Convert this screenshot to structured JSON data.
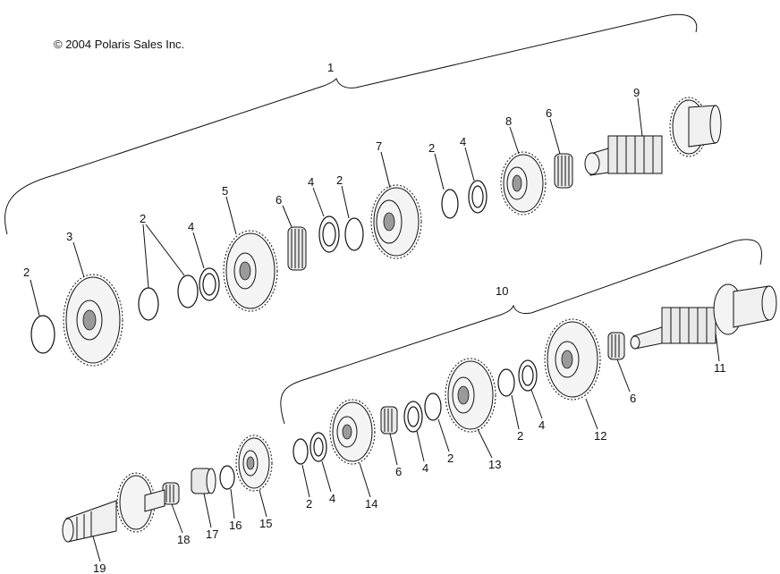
{
  "copyright": "© 2004 Polaris Sales Inc.",
  "callouts": {
    "c1": "1",
    "c2a": "2",
    "c3": "3",
    "c2b": "2",
    "c4a": "4",
    "c5": "5",
    "c6a": "6",
    "c4b": "4",
    "c2c": "2",
    "c7": "7",
    "c2d": "2",
    "c4c": "4",
    "c8": "8",
    "c6b": "6",
    "c9": "9",
    "c10": "10",
    "c11": "11",
    "c6c": "6",
    "c12": "12",
    "c4d": "4",
    "c2e": "2",
    "c13": "13",
    "c2f": "2",
    "c4e": "4",
    "c6d": "6",
    "c14": "14",
    "c4f": "4",
    "c2g": "2",
    "c15": "15",
    "c16": "16",
    "c17": "17",
    "c18": "18",
    "c19": "19"
  }
}
